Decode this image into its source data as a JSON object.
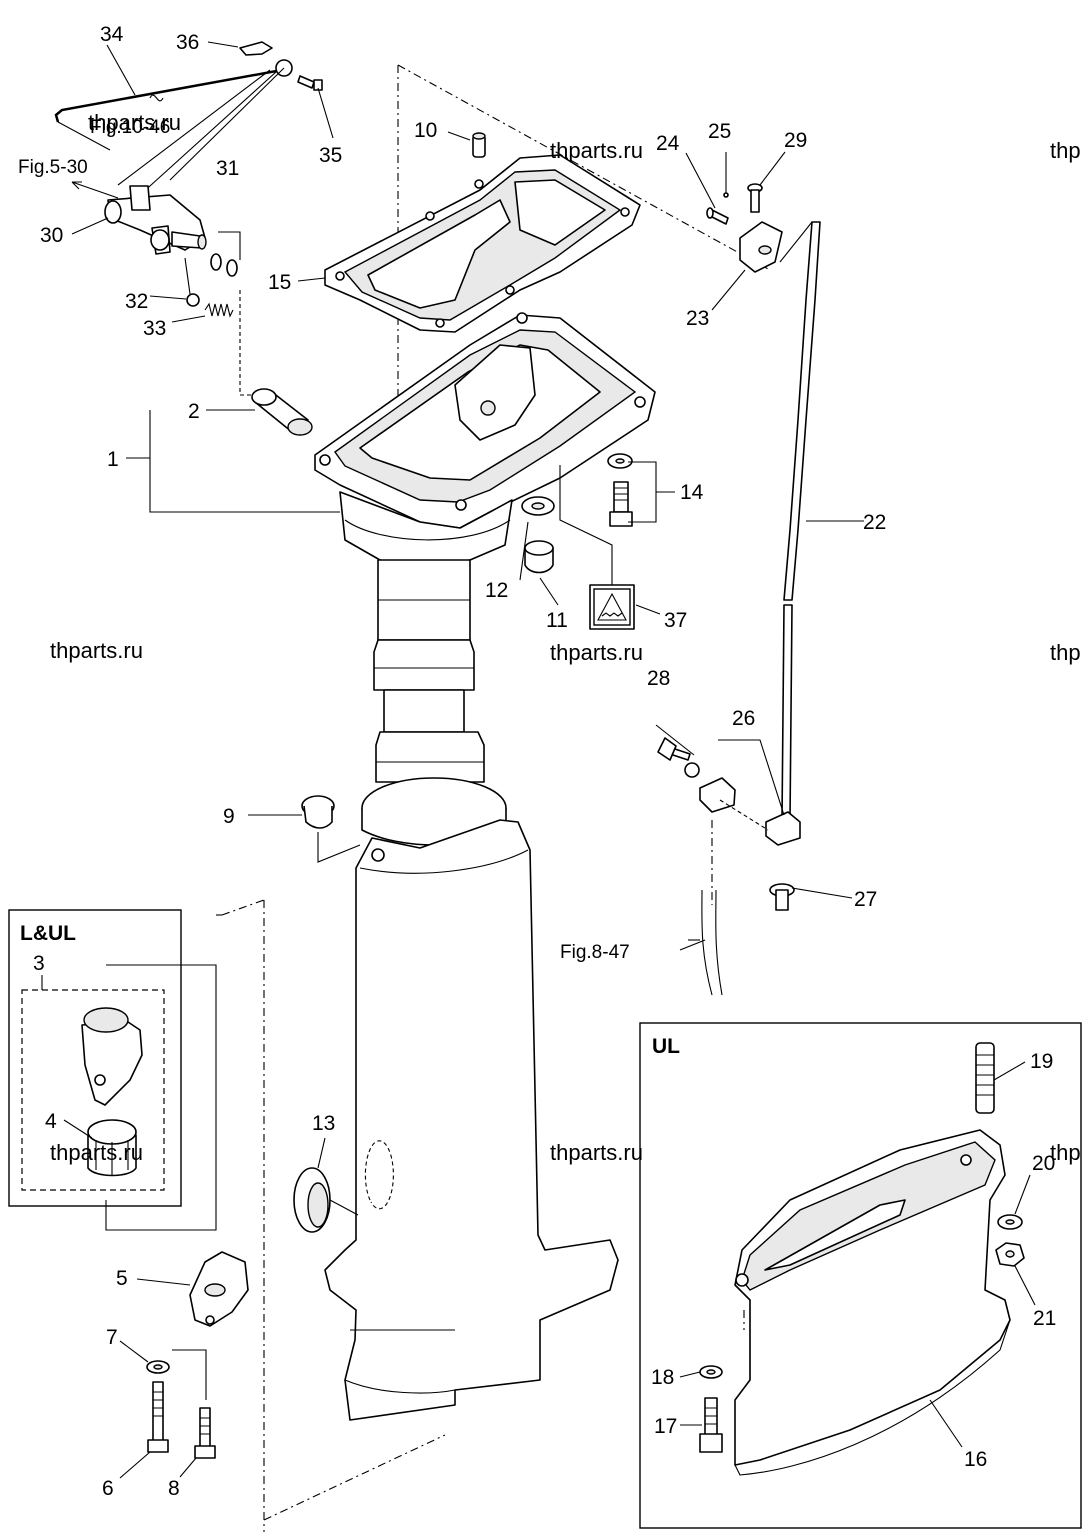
{
  "watermark": "thparts.ru",
  "watermark_partial": "thp",
  "box_labels": {
    "left_box": "L&UL",
    "right_box": "UL"
  },
  "references": {
    "fig_10_46": "Fig.10-46",
    "fig_5_30": "Fig.5-30",
    "fig_8_47": "Fig.8-47"
  },
  "callouts": [
    "1",
    "2",
    "3",
    "4",
    "5",
    "6",
    "7",
    "8",
    "9",
    "10",
    "11",
    "12",
    "13",
    "14",
    "15",
    "16",
    "17",
    "18",
    "19",
    "20",
    "21",
    "22",
    "23",
    "24",
    "25",
    "26",
    "27",
    "28",
    "29",
    "30",
    "31",
    "32",
    "33",
    "34",
    "35",
    "36",
    "37"
  ]
}
